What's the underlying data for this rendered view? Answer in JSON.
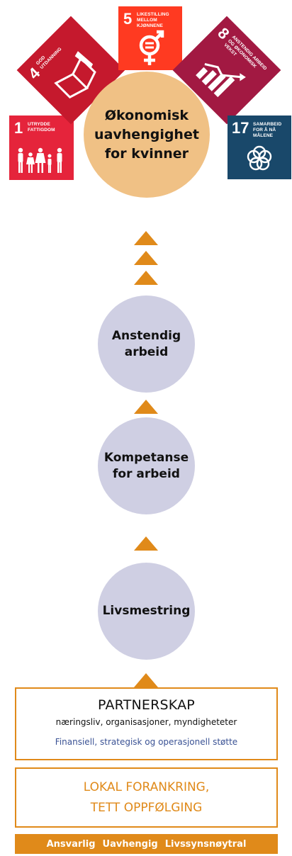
{
  "sdg_goals": [
    {
      "id": "sdg1",
      "number": "1",
      "label": "UTRYDDE\nFATTIGDOM",
      "color": "#e5243b",
      "icon": "family-icon"
    },
    {
      "id": "sdg4",
      "number": "4",
      "label": "GOD\nUTDANNING",
      "color": "#c5192d",
      "icon": "book-pencil-icon"
    },
    {
      "id": "sdg5",
      "number": "5",
      "label": "LIKESTILLING\nMELLOM KJØNNENE",
      "color": "#ff3a21",
      "icon": "gender-equality-icon"
    },
    {
      "id": "sdg8",
      "number": "8",
      "label": "ANSTENDIG ARBEID\nOG ØKONOMISK\nVEKST",
      "color": "#a21942",
      "icon": "growth-chart-icon"
    },
    {
      "id": "sdg17",
      "number": "17",
      "label": "SAMARBEID\nFOR Å NÅ MÅLENE",
      "color": "#19486a",
      "icon": "flower-rings-icon"
    }
  ],
  "goal": {
    "text": "Økonomisk\nuavhengighet\nfor kvinner",
    "color": "#f0c185"
  },
  "steps": [
    {
      "text": "Anstendig\narbeid"
    },
    {
      "text": "Kompetanse\nfor arbeid"
    },
    {
      "text": "Livsmestring"
    }
  ],
  "step_color": "#cfcfe3",
  "arrow_color": "#e08a1a",
  "partnership": {
    "title": "PARTNERSKAP",
    "subtitle": "næringsliv, organisasjoner, myndigheteter",
    "support": "Finansiell, strategisk og operasjonell støtte"
  },
  "local": {
    "line1": "LOKAL FORANKRING,",
    "line2": "TETT OPPFØLGING"
  },
  "values": [
    "Ansvarlig",
    "Uavhengig",
    "Livssynsnøytral"
  ]
}
